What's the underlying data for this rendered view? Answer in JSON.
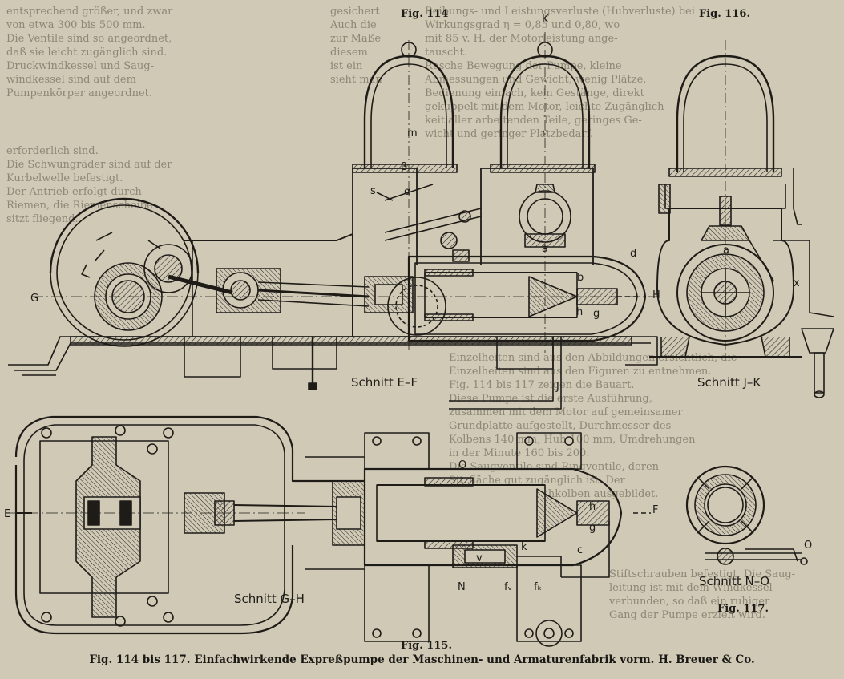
{
  "figure_labels": {
    "fig114": "Fig. 114",
    "fig116": "Fig. 116.",
    "fig115": "Fig. 115.",
    "fig117": "Fig. 117."
  },
  "section_labels": {
    "ef": "Schnitt E–F",
    "jk": "Schnitt J–K",
    "gh": "Schnitt G–H",
    "no": "Schnitt N–O"
  },
  "part_letters": {
    "K": "K",
    "m": "m",
    "n": "n",
    "s": "s",
    "beta": "β",
    "alpha": "α",
    "G": "G",
    "H": "H",
    "b": "b",
    "h": "h",
    "g": "g",
    "a": "a",
    "d": "d",
    "J": "J",
    "x": "x",
    "E": "E",
    "F": "F",
    "O": "O",
    "N": "N",
    "v": "v",
    "k": "k",
    "fv": "fᵥ",
    "fk": "fₖ",
    "c": "c"
  },
  "caption": "Fig. 114 bis 117. Einfachwirkende Expreßpumpe der Maschinen- und Armaturenfabrik vorm. H. Breuer & Co.",
  "background_text": {
    "right_top": [
      "Reibungs- und Leistungsverluste (Hubverluste) bei",
      "Wirkungsgrad η = 0,85 und 0,80, wo",
      "mit 85 v. H. der Motorleistung ange-",
      "tauscht.",
      "Rasche Bewegung der Pumpe, kleine",
      "Abmessungen und Gewicht, wenig Plätze.",
      "Bedienung einfach, kein Gestänge, direkt",
      "gekuppelt mit dem Motor, leichte Zugänglich-",
      "keit aller arbeitenden Teile, geringes Ge-",
      "wicht und geringer Platzbedarf."
    ],
    "right_mid": [
      "Einzelheiten sind aus den Abbildungen ersichtlich, die",
      "Einzelheiten sind aus den Figuren zu entnehmen.",
      "Fig. 114 bis 117 zeigen die Bauart.",
      "Diese Pumpe ist die erste Ausführung,",
      "zusammen mit dem Motor auf gemeinsamer",
      "Grundplatte aufgestellt, Durchmesser des",
      "Kolbens 140 mm, Hub 100 mm, Umdrehungen",
      "in der Minute 160 bis 200.",
      "Die Saugventile sind Ringventile, deren",
      "Sitzfläche gut zugänglich ist. Der",
      "Kolben ist als Tauchkolben ausgebildet."
    ],
    "left_top": [
      "entsprechend größer, und zwar",
      "von etwa 300 bis 500 mm.",
      "Die Ventile sind so angeordnet,",
      "daß sie leicht zugänglich sind.",
      "Druckwindkessel und Saug-",
      "windkessel sind auf dem",
      "Pumpenkörper angeordnet."
    ],
    "left_mid": [
      "erforderlich sind.",
      "Die Schwungräder sind auf der",
      "Kurbelwelle befestigt.",
      "Der Antrieb erfolgt durch",
      "Riemen, die Riemenscheibe",
      "sitzt fliegend."
    ],
    "top_center": [
      "gesichert",
      "Auch die",
      "zur Maße",
      "diesem",
      "ist ein",
      "sieht man"
    ],
    "right_bottom": [
      "Stiftschrauben befestigt. Die Saug-",
      "leitung ist mit dem Windkessel",
      "verbunden, so daß ein ruhiger",
      "Gang der Pumpe erzielt wird."
    ]
  }
}
